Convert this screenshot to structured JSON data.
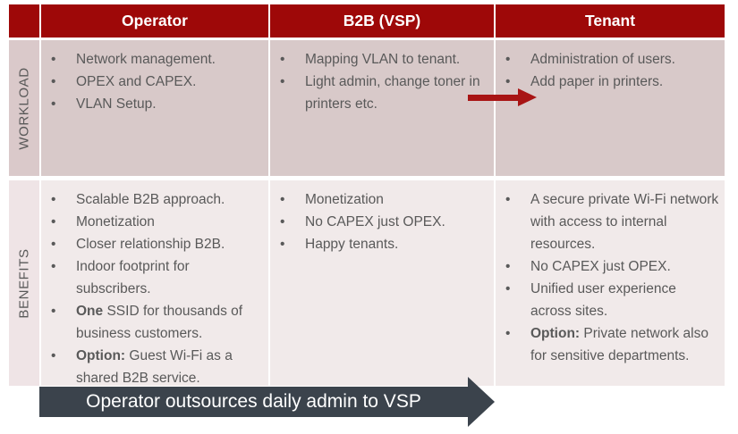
{
  "header": {
    "columns": [
      "Operator",
      "B2B (VSP)",
      "Tenant"
    ]
  },
  "rows": {
    "workload": {
      "label": "WORKLOAD",
      "operator": [
        "Network management.",
        "OPEX and CAPEX.",
        "VLAN Setup."
      ],
      "b2b": [
        "Mapping VLAN to tenant.",
        "Light admin, change toner in printers etc."
      ],
      "tenant": [
        "Administration of users.",
        "Add paper in printers."
      ]
    },
    "benefits": {
      "label": "BENEFITS",
      "operator": [
        "Scalable B2B approach.",
        "Monetization",
        "Closer relationship B2B.",
        "Indoor footprint for subscribers.",
        {
          "bold": "One",
          "text": " SSID for thousands of business customers."
        },
        {
          "bold": "Option:",
          "text": " Guest Wi-Fi as a shared B2B service."
        }
      ],
      "b2b": [
        "Monetization",
        "No CAPEX just OPEX.",
        "Happy tenants."
      ],
      "tenant": [
        "A secure private Wi-Fi network with access to internal resources.",
        "No CAPEX just OPEX.",
        "Unified user experience across sites.",
        {
          "bold": "Option:",
          "text": " Private network also for sensitive departments."
        }
      ]
    }
  },
  "banner": {
    "label": "Operator outsources daily admin to VSP"
  },
  "icons": {
    "flow_arrow": "arrow-right"
  },
  "colors": {
    "header_bg": "#9E0808",
    "arrow_red": "#A81414",
    "workload_bg": "#D8C9C9",
    "benefits_bg": "#F1EAEA",
    "label_workload_bg": "#DAC9CA",
    "label_benefits_bg": "#EFE4E6",
    "banner_bg": "#3B434C",
    "body_text": "#595959"
  }
}
